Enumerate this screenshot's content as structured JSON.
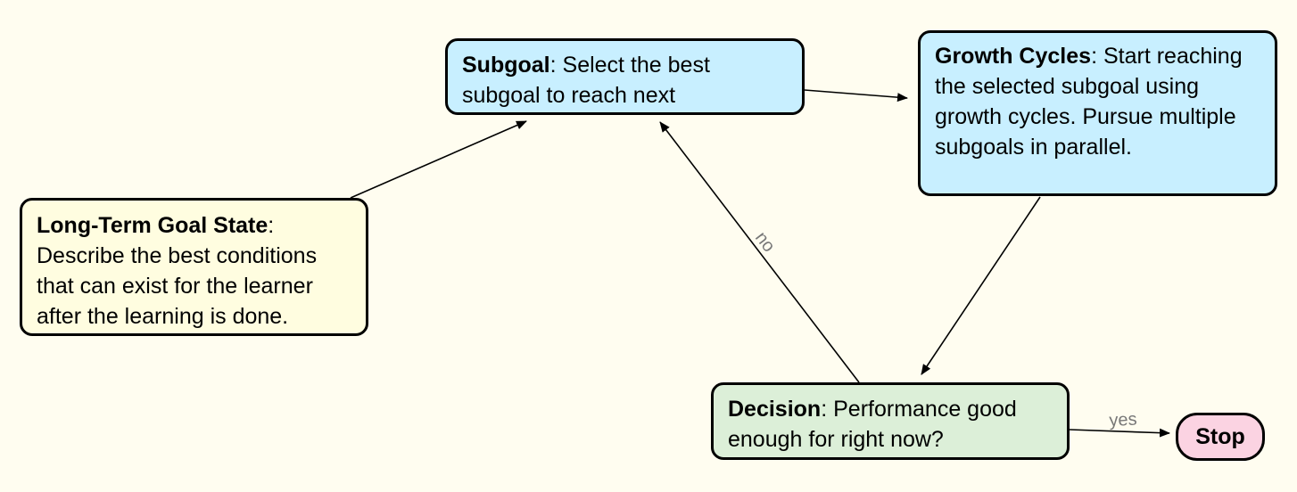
{
  "nodes": {
    "long_term": {
      "title": "Long-Term Goal State",
      "sep": ":",
      "text": "Describe the best conditions that can exist for the learner after the learning is done."
    },
    "subgoal": {
      "title": "Subgoal",
      "sep": ":",
      "text": "Select the best subgoal to reach next"
    },
    "growth": {
      "title": "Growth Cycles",
      "sep": ":",
      "text": "Start reaching the selected subgoal using growth cycles. Pursue multiple subgoals in parallel."
    },
    "decision": {
      "title": "Decision",
      "sep": ":",
      "text": "Performance good enough for right now?"
    },
    "stop": {
      "title": "Stop"
    }
  },
  "edges": {
    "no_label": "no",
    "yes_label": "yes"
  },
  "colors": {
    "background": "#fffdf0",
    "long_term_fill": "#fffde0",
    "process_fill": "#c8efff",
    "decision_fill": "#dcefd8",
    "stop_fill": "#fbd3e2",
    "edge_label": "#777777"
  }
}
